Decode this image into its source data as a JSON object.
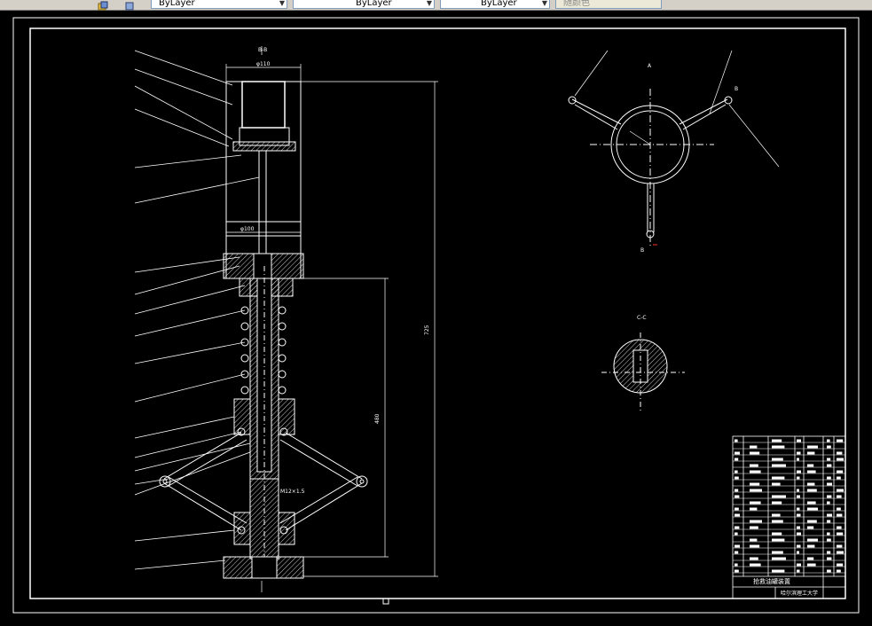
{
  "toolbar": {
    "layer_combo": "ByLayer",
    "linetype_combo": "ByLayer",
    "lineweight_combo": "ByLayer",
    "plotstyle_combo": "随颜色"
  },
  "drawing": {
    "section_bb_label": "B-B",
    "section_cc_label": "C-C",
    "view_a_label": "A",
    "label_b": "B",
    "dim_top_width": "φ110",
    "dim_mid_width": "φ100",
    "dim_total_height": "725",
    "dim_lower_height": "480",
    "thread_note": "M12×1.5",
    "title_block": {
      "drawing_name": "抢救油罐装置",
      "school": "哈尔滨理工大学"
    }
  },
  "colors": {
    "background": "#000000",
    "lines": "#ffffff",
    "dimension": "#ff3030"
  }
}
